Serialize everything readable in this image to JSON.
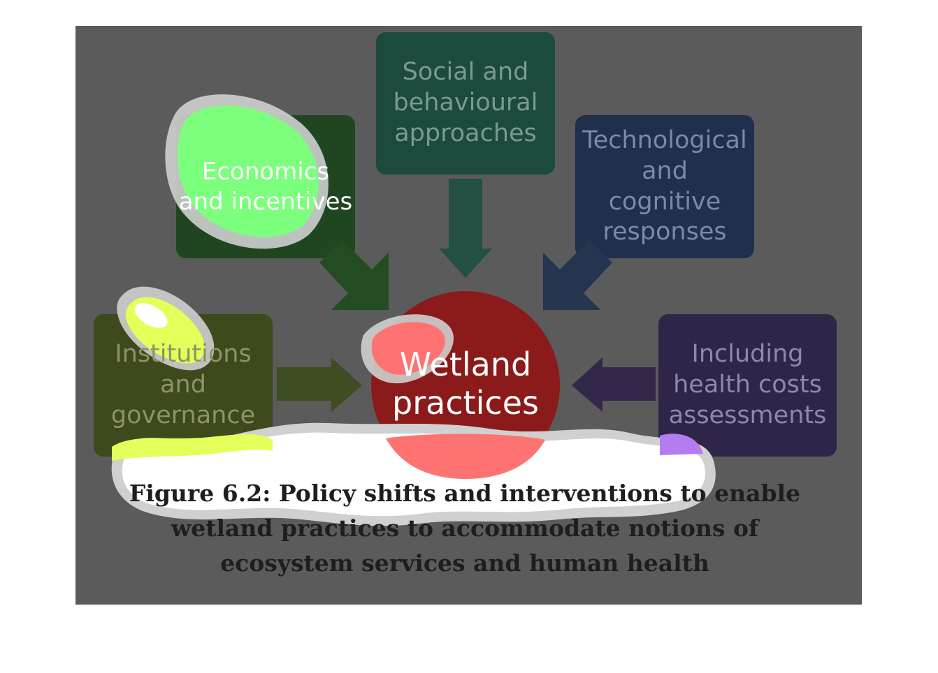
{
  "diagram": {
    "center": {
      "label": "Wetland practices",
      "color": "#8b1a1a"
    },
    "boxes": [
      {
        "id": "economics",
        "label": "Economics and incentives",
        "color": "#1f4620"
      },
      {
        "id": "social",
        "label": "Social and behavioural approaches",
        "color": "#1c4a3f"
      },
      {
        "id": "technological",
        "label": "Technological and cognitive responses",
        "color": "#1f2f4c"
      },
      {
        "id": "institutions",
        "label": "Institutions and governance",
        "color": "#3c4a1c"
      },
      {
        "id": "health",
        "label": "Including health costs assessments",
        "color": "#2f2548"
      }
    ]
  },
  "highlights": {
    "green": "#7cff7c",
    "yellow": "#e4ff5a",
    "red": "#ff7272",
    "purple": "#b47cf0",
    "overlay": "#5a5a5a"
  },
  "caption": {
    "text": "Figure 6.2: Policy shifts and interventions to enable wetland practices to accommodate notions of ecosystem services and human health"
  }
}
